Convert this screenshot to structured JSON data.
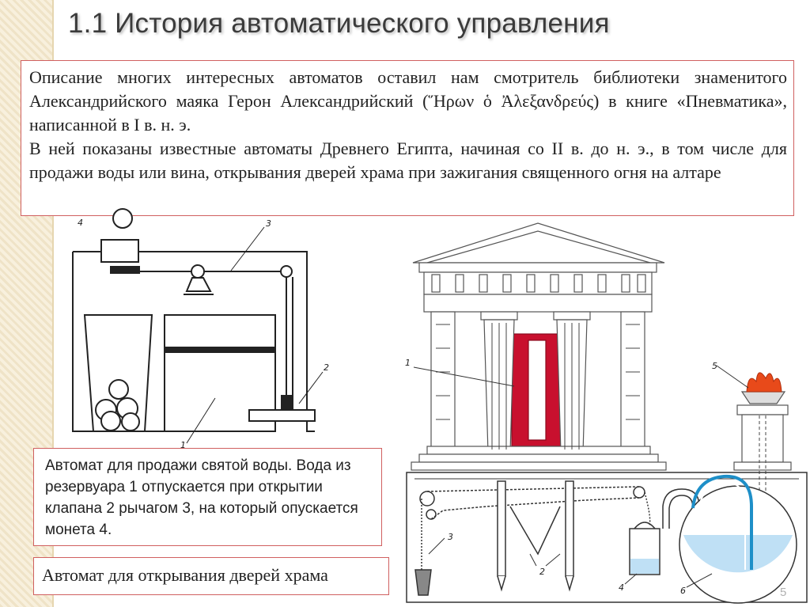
{
  "title": "1.1 История автоматического управления",
  "intro": {
    "paragraph1": "Описание многих интересных автоматов оставил нам смотритель библиотеки знаменитого Александрийского маяка Герон Александрийский (Ἥρων ὁ Ἀλεξανδρεύς) в книге «Пневматика», написанной в I в. н. э.",
    "paragraph2": "В ней показаны известные автоматы Древнего Египта, начиная со II в. до н. э., в том числе для продажи воды или вина, открывания дверей храма при зажигания священного огня на алтаре"
  },
  "vending_diagram": {
    "labels": [
      "4",
      "3",
      "2",
      "1"
    ]
  },
  "temple_diagram": {
    "labels": [
      "1",
      "5",
      "3",
      "2",
      "4",
      "6"
    ]
  },
  "captions": {
    "vending": "Автомат для продажи святой воды. Вода из резервуара 1 отпускается при открытии клапана 2 рычагом 3, на который опускается монета 4.",
    "temple": "Автомат для открывания дверей храма"
  },
  "page_number": "5",
  "colors": {
    "frame": "#d06060",
    "door": "#c8102e",
    "water": "#bfe0f5",
    "flame": "#e84a1a",
    "stripe": "#efe3c7"
  }
}
